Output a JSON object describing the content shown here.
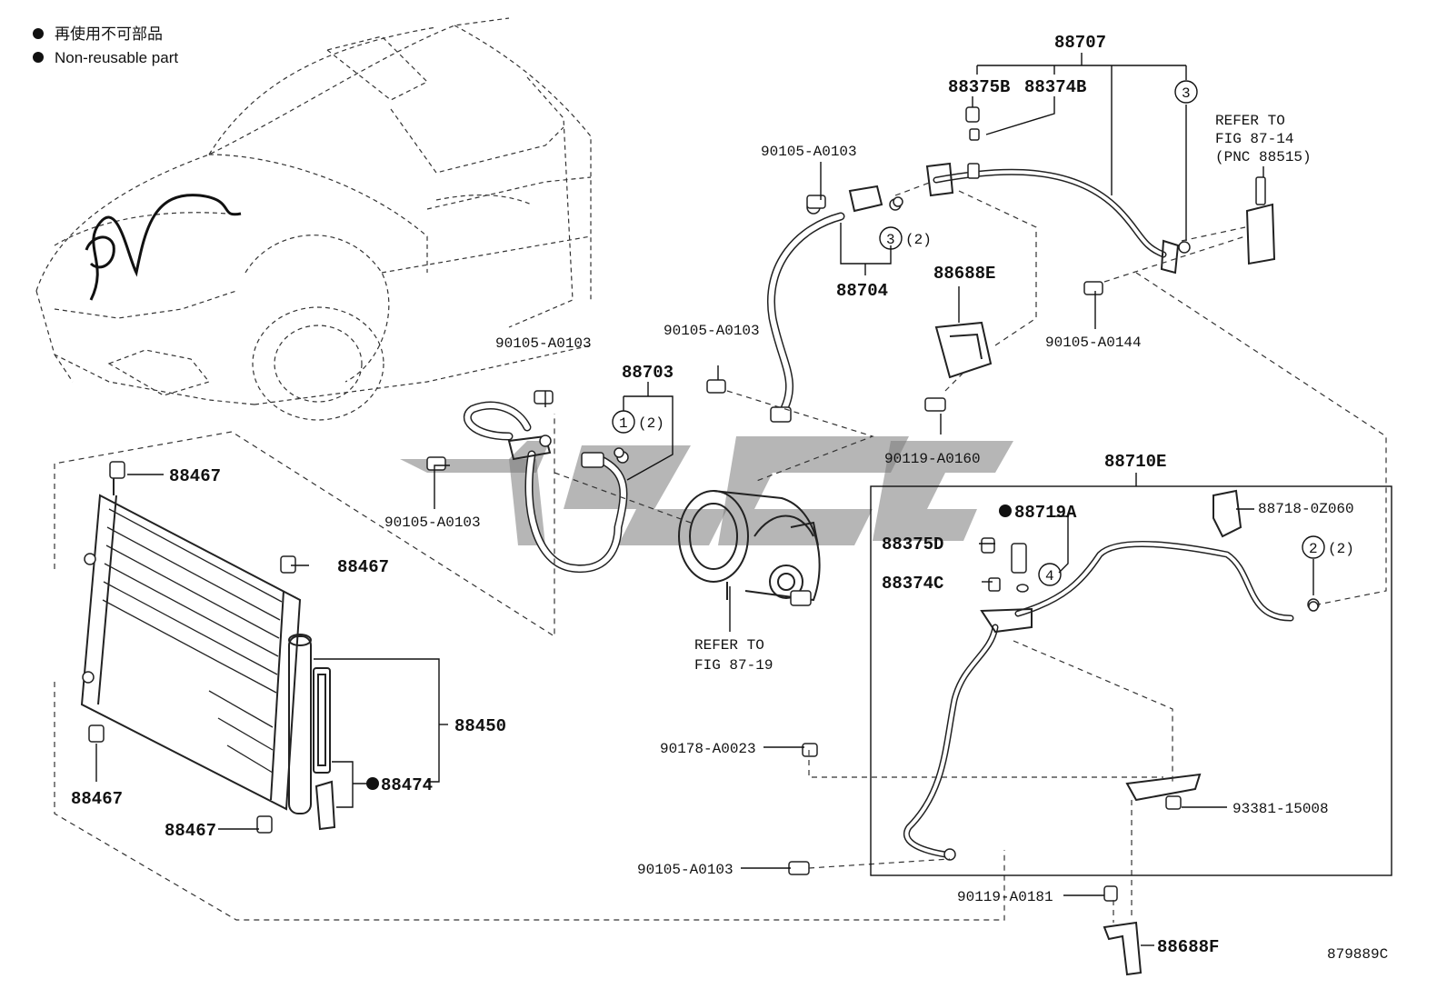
{
  "legend": {
    "symbol": "●",
    "line1": "再使用不可部品",
    "line2": "Non-reusable part"
  },
  "figure_code": "879889C",
  "labels": {
    "p88707": "88707",
    "p88375B": "88375B",
    "p88374B": "88374B",
    "c3_top": "3",
    "refer_8714_l1": "REFER TO",
    "refer_8714_l2": "FIG 87-14",
    "refer_8714_l3": "(PNC 88515)",
    "p90105_a0103_top": "90105-A0103",
    "c3_mid": "3",
    "c3_qty": "(2)",
    "p88704": "88704",
    "p88688E": "88688E",
    "p90105_a0144": "90105-A0144",
    "p90105_a0103_mid": "90105-A0103",
    "p90105_a0103_left": "90105-A0103",
    "p88703": "88703",
    "c1": "1",
    "c1_qty": "(2)",
    "p90119_a0160": "90119-A0160",
    "p90105_a0103_low": "90105-A0103",
    "p88710E": "88710E",
    "p88719A": "88719A",
    "p88718_0z060": "88718-0Z060",
    "p88375D": "88375D",
    "c2": "2",
    "c2_qty": "(2)",
    "p88374C": "88374C",
    "c4": "4",
    "refer_8719_l1": "REFER TO",
    "refer_8719_l2": "FIG 87-19",
    "p88467_a": "88467",
    "p88467_b": "88467",
    "p88450": "88450",
    "p88474": "88474",
    "p88467_c": "88467",
    "p88467_d": "88467",
    "p90178_a0023": "90178-A0023",
    "p93381_15008": "93381-15008",
    "p90105_a0103_bottom": "90105-A0103",
    "p90119_a0181": "90119-A0181",
    "p88688F": "88688F"
  }
}
